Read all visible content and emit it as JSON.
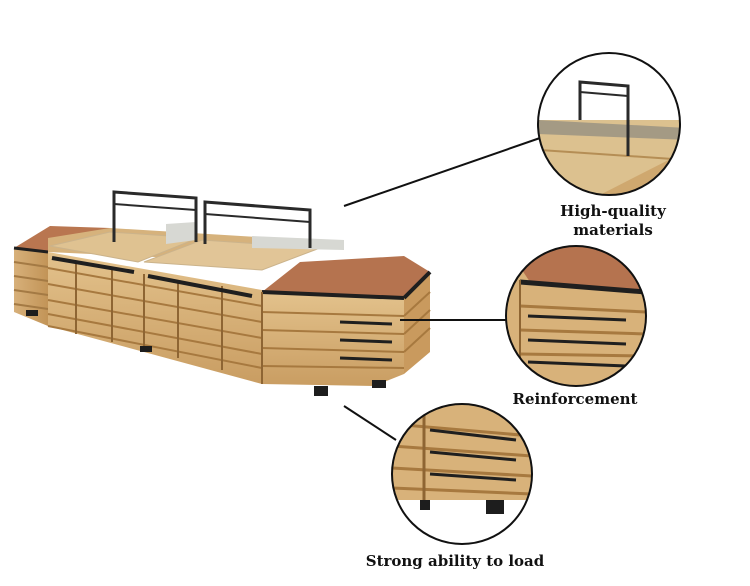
{
  "callouts": {
    "high_quality": "High-quality materials",
    "reinforcement": "Reinforcement",
    "strong_load": "Strong ability to load"
  },
  "colors": {
    "wood": "#d8b27a",
    "wood_dark": "#b88c52",
    "wood_light": "#e6c793",
    "top_surface": "#b5734f",
    "metal": "#2a2a2a",
    "glass": "#d9dad6"
  }
}
